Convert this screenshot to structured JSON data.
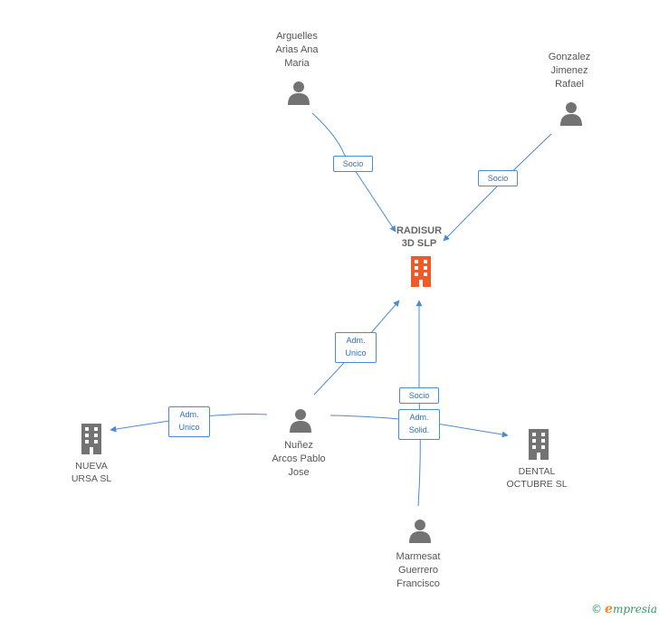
{
  "nodes": {
    "arguelles": {
      "label": "Arguelles\nArias Ana\nMaria",
      "kind": "person"
    },
    "gonzalez": {
      "label": "Gonzalez\nJimenez\nRafael",
      "kind": "person"
    },
    "radisur": {
      "label": "RADISUR\n3D SLP",
      "kind": "company-main"
    },
    "nunez": {
      "label": "Nuñez\nArcos Pablo\nJose",
      "kind": "person"
    },
    "nueva_ursa": {
      "label": "NUEVA\nURSA SL",
      "kind": "company"
    },
    "dental": {
      "label": "DENTAL\nOCTUBRE SL",
      "kind": "company"
    },
    "marmesat": {
      "label": "Marmesat\nGuerrero\nFrancisco",
      "kind": "person"
    }
  },
  "edges": {
    "arguelles_radisur": {
      "label": "Socio"
    },
    "gonzalez_radisur": {
      "label": "Socio"
    },
    "nunez_radisur": {
      "label": "Adm.\nUnico"
    },
    "nunez_nueva_ursa": {
      "label": "Adm.\nUnico"
    },
    "marmesat_radisur": {
      "label": "Socio"
    },
    "nunez_dental": {
      "label": "Adm.\nSolid."
    }
  },
  "branding": {
    "copyright": "©",
    "initial": "e",
    "name": "mpresia"
  },
  "colors": {
    "edge": "#4a8ad8",
    "person_icon": "#737373",
    "company_icon": "#737373",
    "main_company_icon": "#f05a28",
    "brand": "#2e9c63"
  }
}
